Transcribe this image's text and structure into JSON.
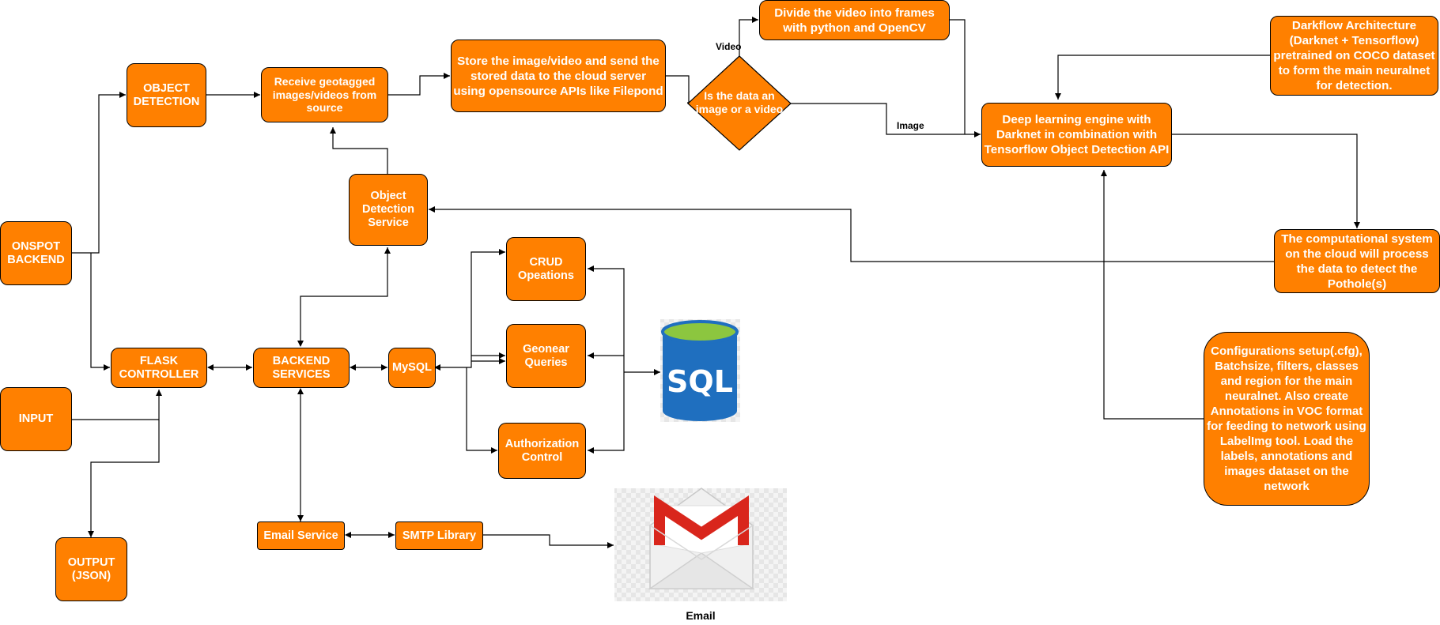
{
  "nodes": {
    "onspot_backend": "ONSPOT BACKEND",
    "object_detection": "OBJECT DETECTION",
    "receive_geotagged": "Receive geotagged images/videos from source",
    "store_image": "Store the image/video and send the stored data to the cloud server using opensource APIs like Filepond",
    "decision": "Is the data an image or a video",
    "divide_video": "Divide the video into frames with python and OpenCV",
    "deep_learning": "Deep learning engine with Darknet in combination with Tensorflow Object Detection API",
    "darkflow": "Darkflow Architecture (Darknet + Tensorflow) pretrained on COCO dataset to form the main neuralnet for detection.",
    "computational_system": "The computational system on the cloud will process the data to detect the Pothole(s)",
    "configurations": "Configurations setup(.cfg), Batchsize, filters, classes and region for the main neuralnet. Also create Annotations in VOC format for feeding to network using LabelImg tool. Load the labels, annotations and images dataset on the network",
    "object_detection_service": "Object Detection Service",
    "input": "INPUT",
    "flask_controller": "FLASK CONTROLLER",
    "backend_services": "BACKEND SERVICES",
    "mysql": "MySQL",
    "crud": "CRUD Opeations",
    "geonear": "Geonear Queries",
    "authorization": "Authorization Control",
    "output": "OUTPUT (JSON)",
    "email_service": "Email Service",
    "smtp": "SMTP Library"
  },
  "edge_labels": {
    "video": "Video",
    "image": "Image"
  },
  "icons": {
    "sql": "database-icon",
    "sql_text": "SQL",
    "email": "gmail-icon",
    "email_label": "Email"
  },
  "colors": {
    "node_fill": "#ff8000",
    "node_text": "#ffffff",
    "sql_blue": "#1f6fbf",
    "sql_green": "#8cc63f",
    "gmail_red": "#d9261c"
  }
}
